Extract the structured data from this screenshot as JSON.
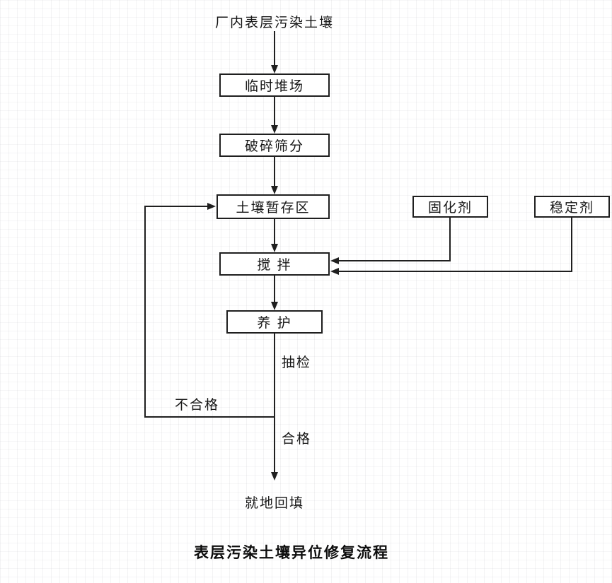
{
  "diagram": {
    "title_node": "厂内表层污染土壤",
    "nodes": {
      "source": "厂内表层污染土壤",
      "temp_yard": "临时堆场",
      "crush_screen": "破碎筛分",
      "soil_storage": "土壤暂存区",
      "curing_agent": "固化剂",
      "stabilizer": "稳定剂",
      "mixing": "搅 拌",
      "curing": "养 护",
      "backfill": "就地回填"
    },
    "labels": {
      "sampling": "抽检",
      "unqualified": "不合格",
      "qualified": "合格"
    },
    "caption": "表层污染土壤异位修复流程",
    "colors": {
      "line": "#1f1f1f",
      "text": "#161616",
      "background": "#ffffff"
    }
  }
}
